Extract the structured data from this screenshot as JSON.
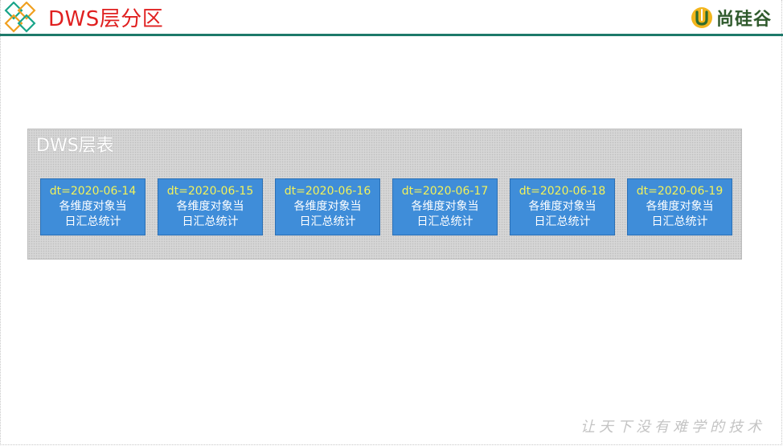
{
  "header": {
    "title": "DWS层分区",
    "brand_text": "尚硅谷",
    "colors": {
      "title": "#e02020",
      "rule": "#1d7a6a",
      "diamond_green": "#1aa58a",
      "diamond_orange": "#f0a020"
    }
  },
  "panel": {
    "title": "DWS层表",
    "partitions": [
      {
        "dt": "dt=2020-06-14",
        "desc": "各维度对象当\n日汇总统计"
      },
      {
        "dt": "dt=2020-06-15",
        "desc": "各维度对象当\n日汇总统计"
      },
      {
        "dt": "dt=2020-06-16",
        "desc": "各维度对象当\n日汇总统计"
      },
      {
        "dt": "dt=2020-06-17",
        "desc": "各维度对象当\n日汇总统计"
      },
      {
        "dt": "dt=2020-06-18",
        "desc": "各维度对象当\n日汇总统计"
      },
      {
        "dt": "dt=2020-06-19",
        "desc": "各维度对象当\n日汇总统计"
      }
    ],
    "colors": {
      "box_fill": "#3f8dd9",
      "dt_text": "#f2f25a",
      "desc_text": "#ffffff"
    }
  },
  "footer": {
    "slogan": "让天下没有难学的技术"
  }
}
